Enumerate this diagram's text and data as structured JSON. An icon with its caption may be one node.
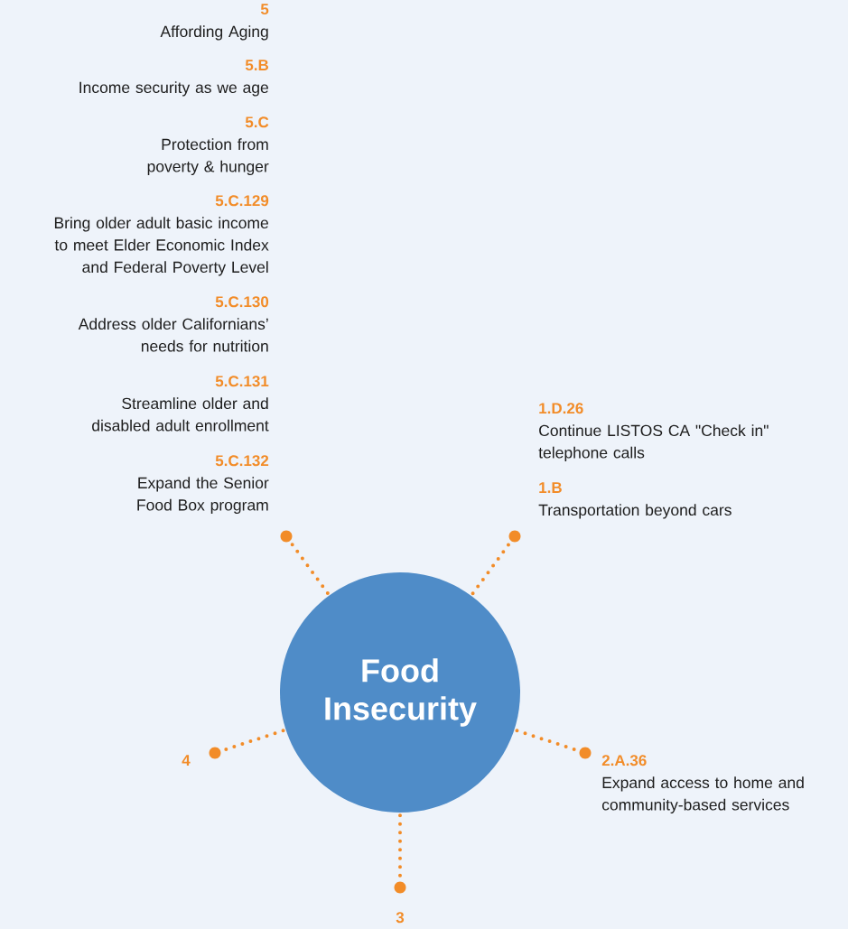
{
  "diagram": {
    "nodes": [
      {
        "text": [
          "Food Insecurity"
        ]
      },
      {
        "text": [],
        "shape": "circle",
        "beside": [
          "5",
          "Affording Aging",
          "5.B",
          "Income security as we age",
          "5.C",
          "Protection from poverty & hunger",
          "5.C.129",
          "Bring older adult basic income to meet Elder Economic Index and Federal Poverty Level",
          "5.C.130",
          "Address older Californians’ needs for nutrition",
          "5.C.131",
          "Streamline older and disabled adult enrollment",
          "5.C.132",
          "Expand the Senior Food Box program"
        ]
      },
      {
        "text": [],
        "shape": "circle",
        "beside": [
          "1.D.26",
          "Continue LISTOS CA \"Check in\" telephone calls",
          "1.B",
          "Transportation beyond cars"
        ]
      },
      {
        "text": [],
        "shape": "circle",
        "beside": [
          "2.A.36",
          "Expand access to home and community-based services"
        ]
      },
      {
        "text": [],
        "shape": "circle",
        "beside": [
          "3"
        ]
      },
      {
        "text": [],
        "shape": "circle",
        "beside": [
          "4"
        ]
      }
    ],
    "edges": [
      {
        "from": 0,
        "to": 1,
        "arrow": "none"
      },
      {
        "from": 0,
        "to": 2,
        "arrow": "none"
      },
      {
        "from": 0,
        "to": 3,
        "arrow": "none"
      },
      {
        "from": 0,
        "to": 4,
        "arrow": "none"
      },
      {
        "from": 0,
        "to": 5,
        "arrow": "none"
      }
    ]
  }
}
